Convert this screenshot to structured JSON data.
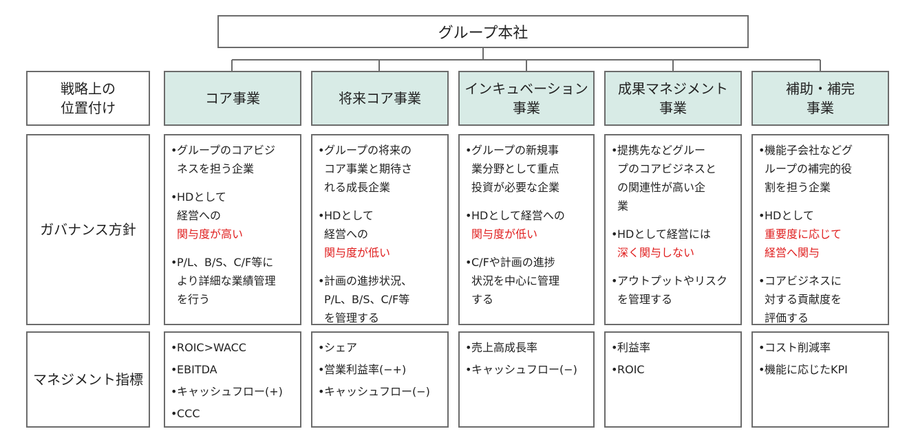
{
  "hq": {
    "label": "グループ本社"
  },
  "row_labels": {
    "position": [
      "戦略上の",
      "位置付け"
    ],
    "governance": "ガバナンス方針",
    "kpi": "マネジメント指標"
  },
  "colors": {
    "header_bg": "#d8ebe6",
    "emphasis": "#e02020",
    "border": "#6b6b6b"
  },
  "columns": [
    {
      "header": [
        "コア事業"
      ],
      "governance": [
        {
          "lines": [
            "グループのコアビジ",
            "ネスを担う企業"
          ]
        },
        {
          "lines": [
            "HDとして",
            "経営への"
          ],
          "red": [
            "関与度が高い"
          ]
        },
        {
          "lines": [
            "P/L、B/S、C/F等に",
            "より詳細な業績管理",
            "を行う"
          ]
        }
      ],
      "kpi": [
        "ROIC>WACC",
        "EBITDA",
        "キャッシュフロー(+)",
        "CCC"
      ]
    },
    {
      "header": [
        "将来コア事業"
      ],
      "governance": [
        {
          "lines": [
            "グループの将来の",
            "コア事業と期待さ",
            "れる成長企業"
          ]
        },
        {
          "lines": [
            "HDとして",
            "経営への"
          ],
          "red": [
            "関与度が低い"
          ]
        },
        {
          "lines": [
            "計画の進捗状況、",
            "P/L、B/S、C/F等",
            "を管理する"
          ]
        }
      ],
      "kpi": [
        "シェア",
        "営業利益率(−+)",
        "キャッシュフロー(−)"
      ]
    },
    {
      "header": [
        "インキュベーション",
        "事業"
      ],
      "governance": [
        {
          "lines": [
            "グループの新規事",
            "業分野として重点",
            "投資が必要な企業"
          ]
        },
        {
          "lines": [
            "HDとして経営への"
          ],
          "red": [
            "関与度が低い"
          ]
        },
        {
          "lines": [
            "C/Fや計画の進捗",
            "状況を中心に管理",
            "する"
          ]
        }
      ],
      "kpi": [
        "売上高成長率",
        "キャッシュフロー(−)"
      ]
    },
    {
      "header": [
        "成果マネジメント",
        "事業"
      ],
      "governance": [
        {
          "lines": [
            "提携先などグルー",
            "プのコアビジネスと",
            "の関連性が高い企",
            "業"
          ]
        },
        {
          "lines": [
            "HDとして経営には"
          ],
          "red": [
            "深く関与しない"
          ]
        },
        {
          "lines": [
            "アウトプットやリスク",
            "を管理する"
          ]
        }
      ],
      "kpi": [
        "利益率",
        "ROIC"
      ]
    },
    {
      "header": [
        "補助・補完",
        "事業"
      ],
      "governance": [
        {
          "lines": [
            "機能子会社などグ",
            "ループの補完的役",
            "割を担う企業"
          ]
        },
        {
          "lines": [
            "HDとして"
          ],
          "red": [
            "重要度に応じて",
            "経営へ関与"
          ]
        },
        {
          "lines": [
            "コアビジネスに",
            "対する貢献度を",
            "評価する"
          ]
        }
      ],
      "kpi": [
        "コスト削減率",
        "機能に応じたKPI"
      ]
    }
  ]
}
